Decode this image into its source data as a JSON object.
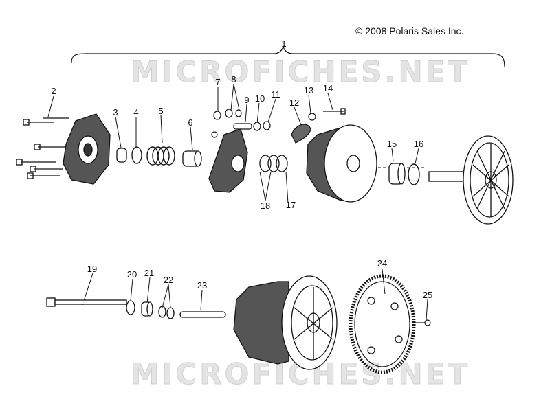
{
  "copyright": "© 2008 Polaris Sales Inc.",
  "watermark": "MICROFICHES.NET",
  "callouts": [
    "1",
    "2",
    "3",
    "4",
    "5",
    "6",
    "7",
    "8",
    "9",
    "10",
    "11",
    "12",
    "13",
    "14",
    "15",
    "16",
    "17",
    "18",
    "19",
    "20",
    "21",
    "22",
    "23",
    "24",
    "25"
  ]
}
